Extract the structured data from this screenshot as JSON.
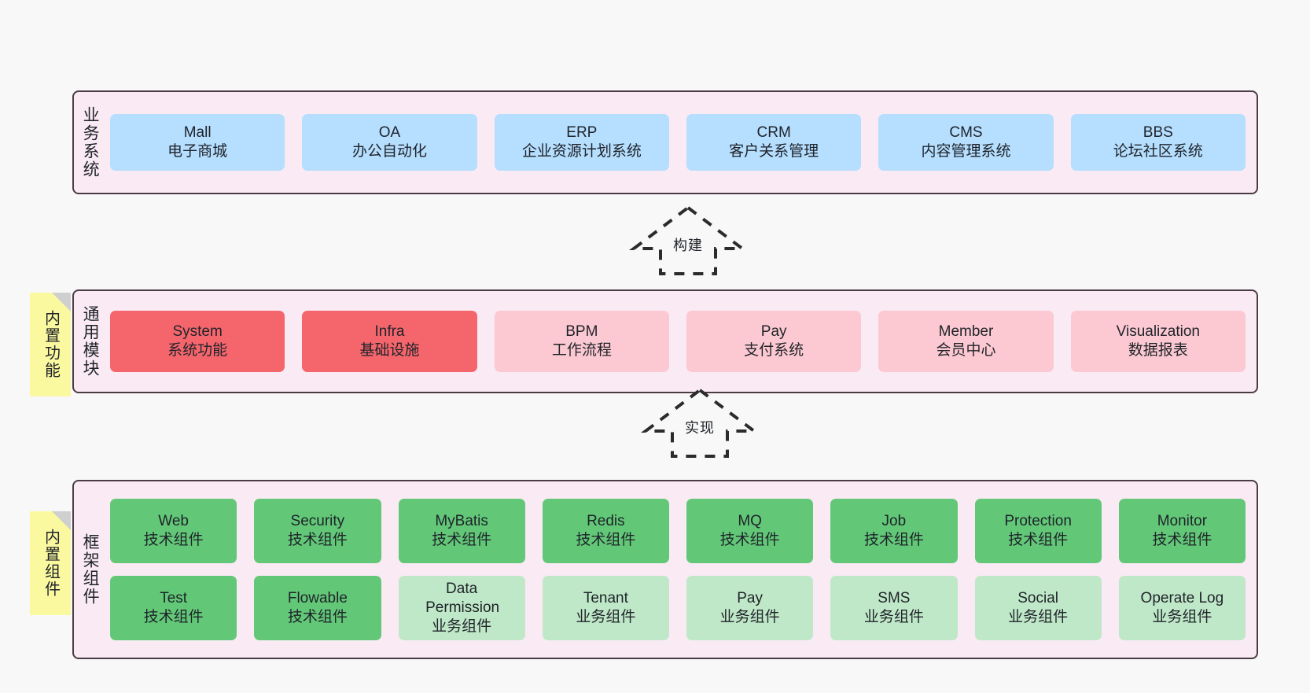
{
  "diagram": {
    "background": "#f8f8f8",
    "layer_fill": "#faeaf4",
    "layer_border": "#4a3b44",
    "note_fill": "#fbf9a0"
  },
  "layers": [
    {
      "id": "business-system",
      "title": "业务系统",
      "rows": [
        {
          "cells": [
            {
              "en": "Mall",
              "cn": "电子商城",
              "color": "#b5deff",
              "style": "c-blue"
            },
            {
              "en": "OA",
              "cn": "办公自动化",
              "color": "#b5deff",
              "style": "c-blue"
            },
            {
              "en": "ERP",
              "cn": "企业资源计划系统",
              "color": "#b5deff",
              "style": "c-blue"
            },
            {
              "en": "CRM",
              "cn": "客户关系管理",
              "color": "#b5deff",
              "style": "c-blue"
            },
            {
              "en": "CMS",
              "cn": "内容管理系统",
              "color": "#b5deff",
              "style": "c-blue"
            },
            {
              "en": "BBS",
              "cn": "论坛社区系统",
              "color": "#b5deff",
              "style": "c-blue"
            }
          ]
        }
      ]
    },
    {
      "id": "common-module",
      "title": "通用模块",
      "note": "内置功能",
      "rows": [
        {
          "cells": [
            {
              "en": "System",
              "cn": "系统功能",
              "color": "#f4666c",
              "style": "c-red"
            },
            {
              "en": "Infra",
              "cn": "基础设施",
              "color": "#f4666c",
              "style": "c-red"
            },
            {
              "en": "BPM",
              "cn": "工作流程",
              "color": "#fcc9d2",
              "style": "c-pink"
            },
            {
              "en": "Pay",
              "cn": "支付系统",
              "color": "#fcc9d2",
              "style": "c-pink"
            },
            {
              "en": "Member",
              "cn": "会员中心",
              "color": "#fcc9d2",
              "style": "c-pink"
            },
            {
              "en": "Visualization",
              "cn": "数据报表",
              "color": "#fcc9d2",
              "style": "c-pink"
            }
          ]
        }
      ]
    },
    {
      "id": "framework-component",
      "title": "框架组件",
      "note": "内置组件",
      "rows": [
        {
          "cells": [
            {
              "en": "Web",
              "cn": "技术组件",
              "color": "#62c878",
              "style": "c-green"
            },
            {
              "en": "Security",
              "cn": "技术组件",
              "color": "#62c878",
              "style": "c-green"
            },
            {
              "en": "MyBatis",
              "cn": "技术组件",
              "color": "#62c878",
              "style": "c-green"
            },
            {
              "en": "Redis",
              "cn": "技术组件",
              "color": "#62c878",
              "style": "c-green"
            },
            {
              "en": "MQ",
              "cn": "技术组件",
              "color": "#62c878",
              "style": "c-green"
            },
            {
              "en": "Job",
              "cn": "技术组件",
              "color": "#62c878",
              "style": "c-green"
            },
            {
              "en": "Protection",
              "cn": "技术组件",
              "color": "#62c878",
              "style": "c-green"
            },
            {
              "en": "Monitor",
              "cn": "技术组件",
              "color": "#62c878",
              "style": "c-green"
            }
          ]
        },
        {
          "cells": [
            {
              "en": "Test",
              "cn": "技术组件",
              "color": "#62c878",
              "style": "c-green"
            },
            {
              "en": "Flowable",
              "cn": "技术组件",
              "color": "#62c878",
              "style": "c-green"
            },
            {
              "en": "Data Permission",
              "cn": "业务组件",
              "color": "#bfe8c8",
              "style": "c-lightgreen"
            },
            {
              "en": "Tenant",
              "cn": "业务组件",
              "color": "#bfe8c8",
              "style": "c-lightgreen"
            },
            {
              "en": "Pay",
              "cn": "业务组件",
              "color": "#bfe8c8",
              "style": "c-lightgreen"
            },
            {
              "en": "SMS",
              "cn": "业务组件",
              "color": "#bfe8c8",
              "style": "c-lightgreen"
            },
            {
              "en": "Social",
              "cn": "业务组件",
              "color": "#bfe8c8",
              "style": "c-lightgreen"
            },
            {
              "en": "Operate Log",
              "cn": "业务组件",
              "color": "#bfe8c8",
              "style": "c-lightgreen"
            }
          ]
        }
      ]
    }
  ],
  "arrows": [
    {
      "id": "build-arrow",
      "label": "构建"
    },
    {
      "id": "implement-arrow",
      "label": "实现"
    }
  ]
}
